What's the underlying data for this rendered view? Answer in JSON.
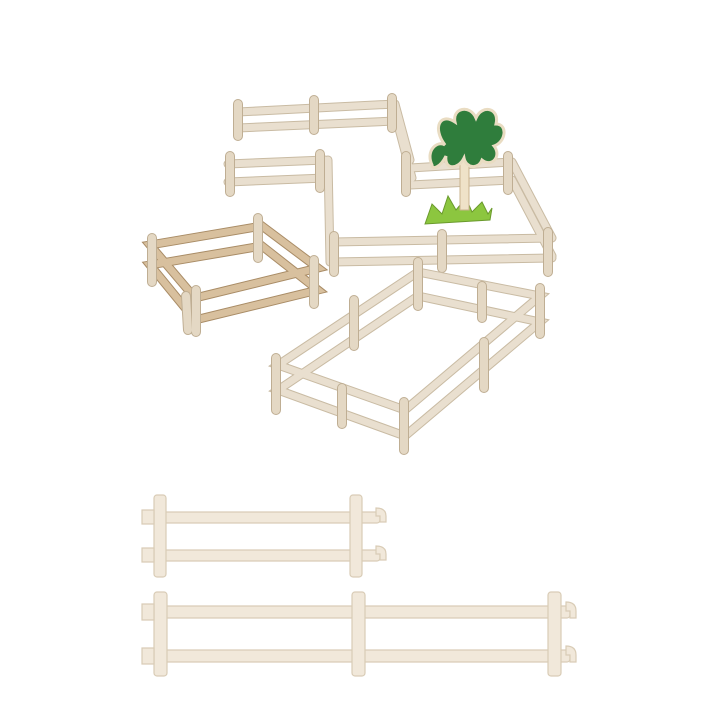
{
  "colors": {
    "background": "#ffffff",
    "wood_light": "#f1e8da",
    "wood_tan": "#d8c09e",
    "tree_green": "#2f7d3c",
    "grass_green": "#8cc63f"
  },
  "scene": {
    "objects": [
      "fence-assembly-upper",
      "fence-pen-small-tan",
      "fence-pen-large",
      "tree-figure",
      "fence-piece-short",
      "fence-piece-long"
    ]
  }
}
